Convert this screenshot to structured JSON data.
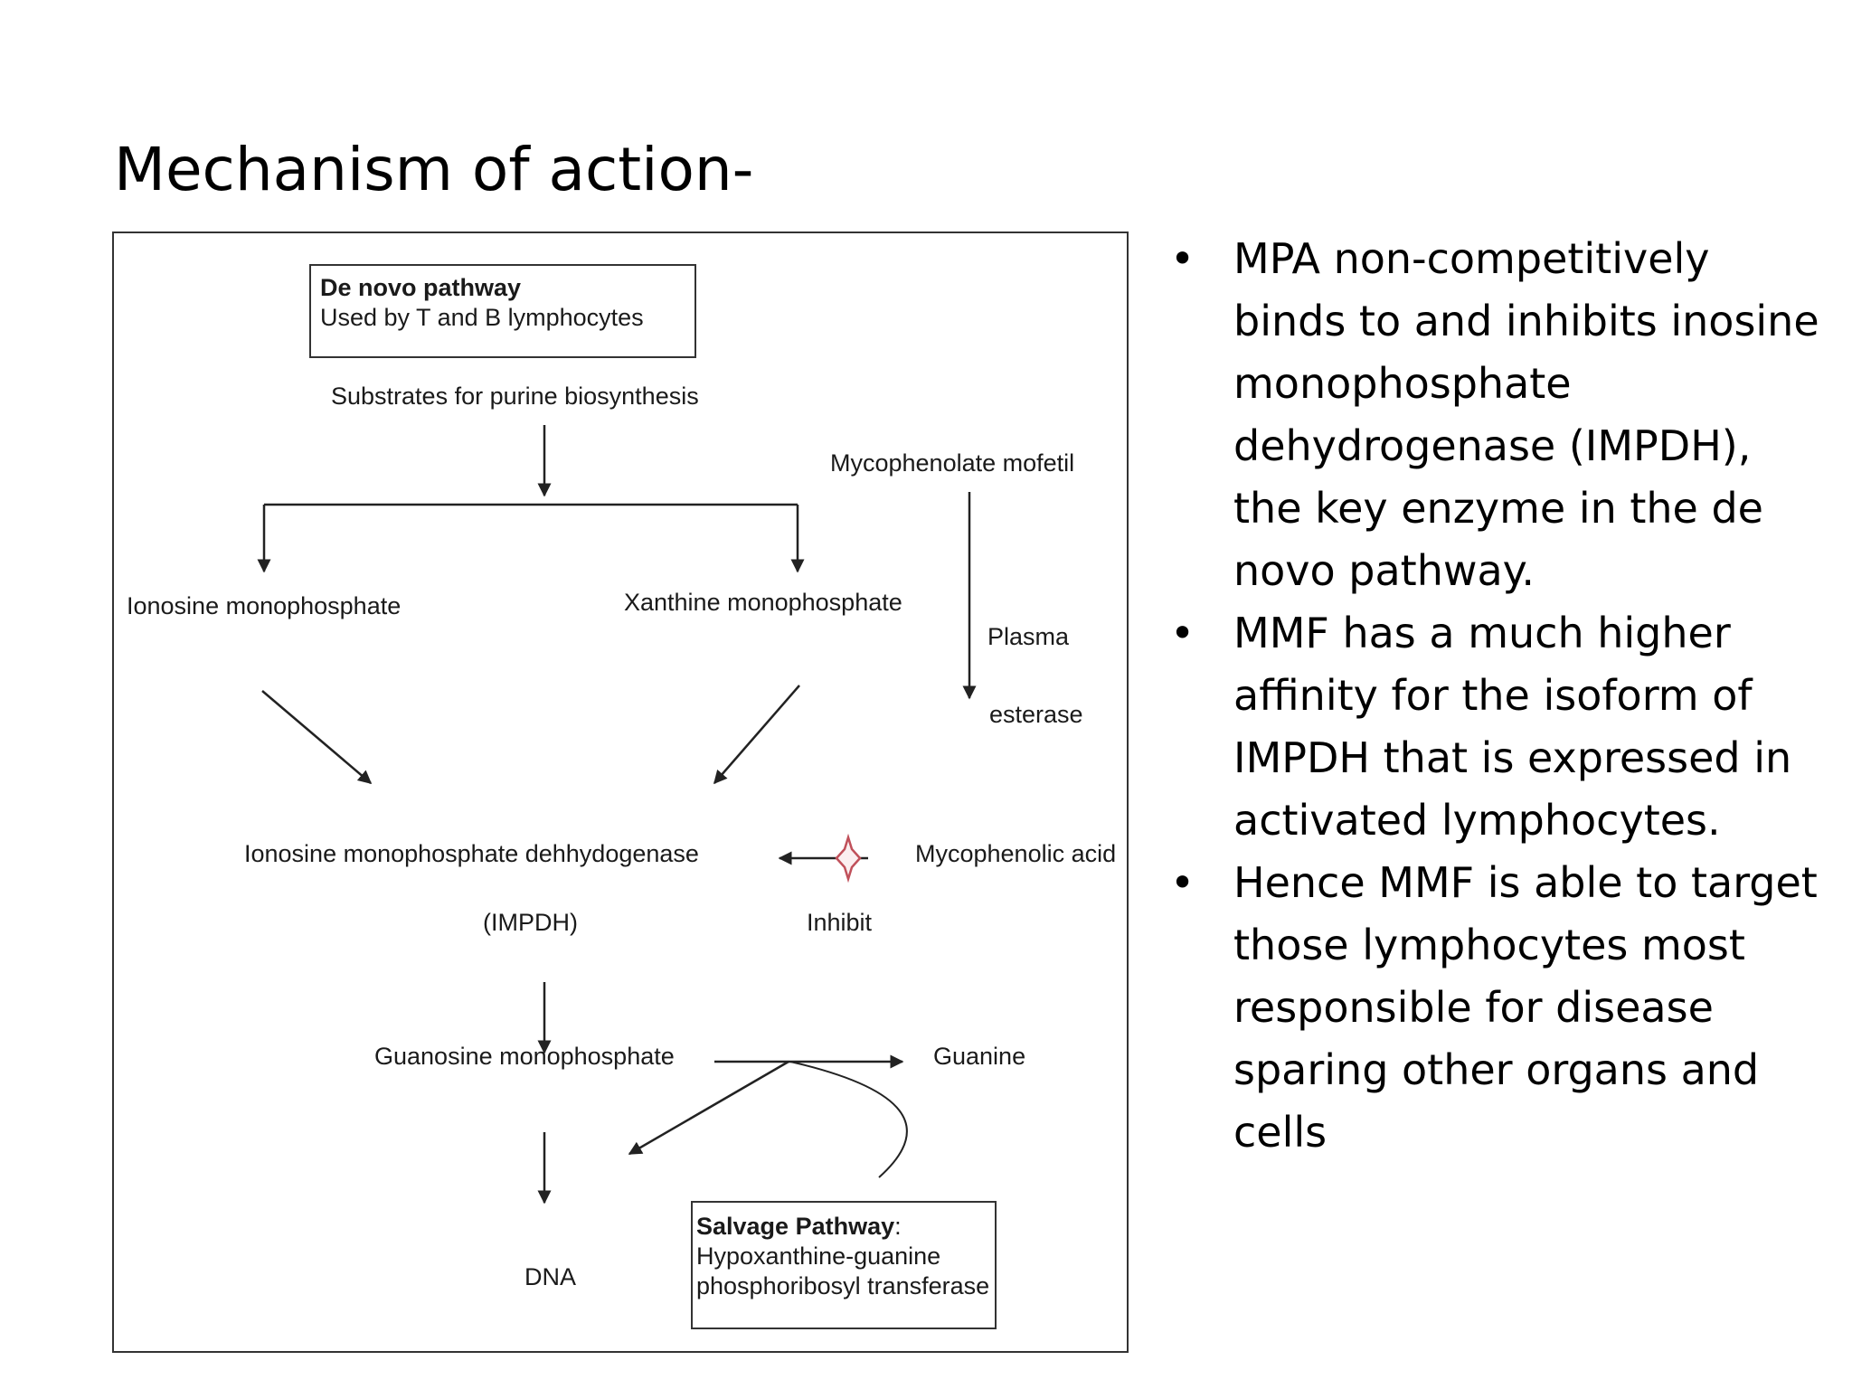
{
  "slide": {
    "title": "Mechanism of action-"
  },
  "diagram": {
    "de_novo_box": {
      "title": "De novo pathway",
      "subtitle": "Used by T and B lymphocytes"
    },
    "substrates": "Substrates for purine biosynthesis",
    "mmf": "Mycophenolate mofetil",
    "ionosine_mp": "Ionosine monophosphate",
    "xanthine_mp": "Xanthine monophosphate",
    "plasma": "Plasma",
    "esterase": "esterase",
    "impdh_name": "Ionosine monophosphate dehhydogenase",
    "impdh_abbr": "(IMPDH)",
    "mpa": "Mycophenolic acid",
    "inhibit": "Inhibit",
    "guanosine_mp": "Guanosine monophosphate",
    "guanine": "Guanine",
    "dna": "DNA",
    "salvage_box": {
      "title": "Salvage Pathway",
      "title_suffix": ":",
      "line1": "Hypoxanthine-guanine",
      "line2": "phosphoribosyl transferase"
    }
  },
  "bullets": [
    {
      "marker": "•",
      "text": "MPA non-competitively binds to and inhibits inosine monophosphate dehydrogenase (IMPDH), the key enzyme in the de novo pathway."
    },
    {
      "marker": "•",
      "text": "MMF has a much higher affinity for the isoform of IMPDH that is expressed in activated lymphocytes."
    },
    {
      "marker": "•",
      "text": "Hence MMF is able to target those lymphocytes most responsible for disease sparing other organs and cells"
    }
  ],
  "colors": {
    "arrow": "#222222",
    "inhibit_star": "#c0505a",
    "box_border": "#333333"
  }
}
